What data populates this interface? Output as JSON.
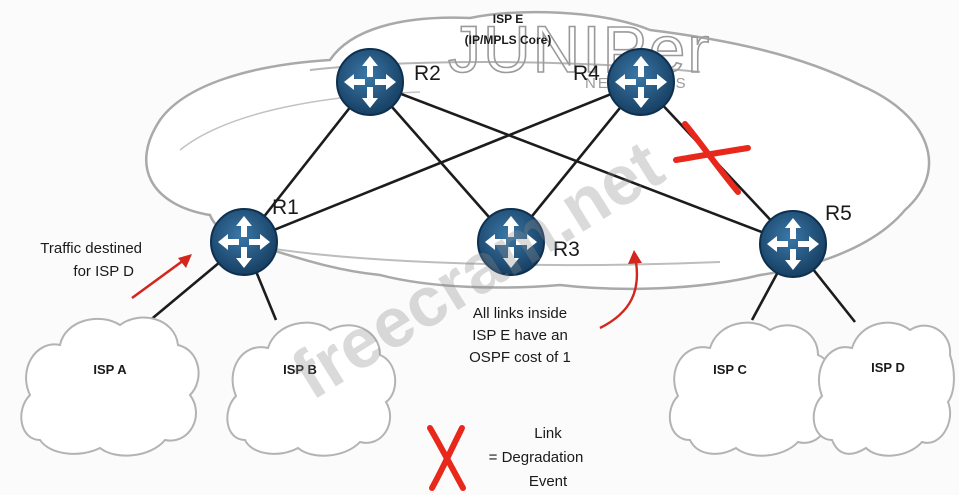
{
  "core": {
    "line1": "ISP E",
    "line2": "(IP/MPLS Core)"
  },
  "routers": [
    {
      "id": "R1",
      "label": "R1"
    },
    {
      "id": "R2",
      "label": "R2"
    },
    {
      "id": "R3",
      "label": "R3"
    },
    {
      "id": "R4",
      "label": "R4"
    },
    {
      "id": "R5",
      "label": "R5"
    }
  ],
  "clouds": [
    {
      "id": "A",
      "label": "ISP A"
    },
    {
      "id": "B",
      "label": "ISP B"
    },
    {
      "id": "C",
      "label": "ISP C"
    },
    {
      "id": "D",
      "label": "ISP D"
    }
  ],
  "traffic_note": {
    "line1": "Traffic destined",
    "line2": "for ISP D"
  },
  "ospf_note": {
    "line1": "All links inside",
    "line2": "ISP E have an",
    "line3": "OSPF cost of 1"
  },
  "legend": {
    "line1": "Link",
    "line2": "= Degradation",
    "line3": "Event"
  },
  "watermarks": {
    "brand": "JUNIPer",
    "brand_sub": "NETWORKS",
    "site": "freecram.net"
  },
  "colors": {
    "router_fill": "#245b86",
    "router_dark": "#123a5a",
    "marker": "#e8281b",
    "arrow": "#d4261c",
    "link": "#1c1c1c"
  }
}
